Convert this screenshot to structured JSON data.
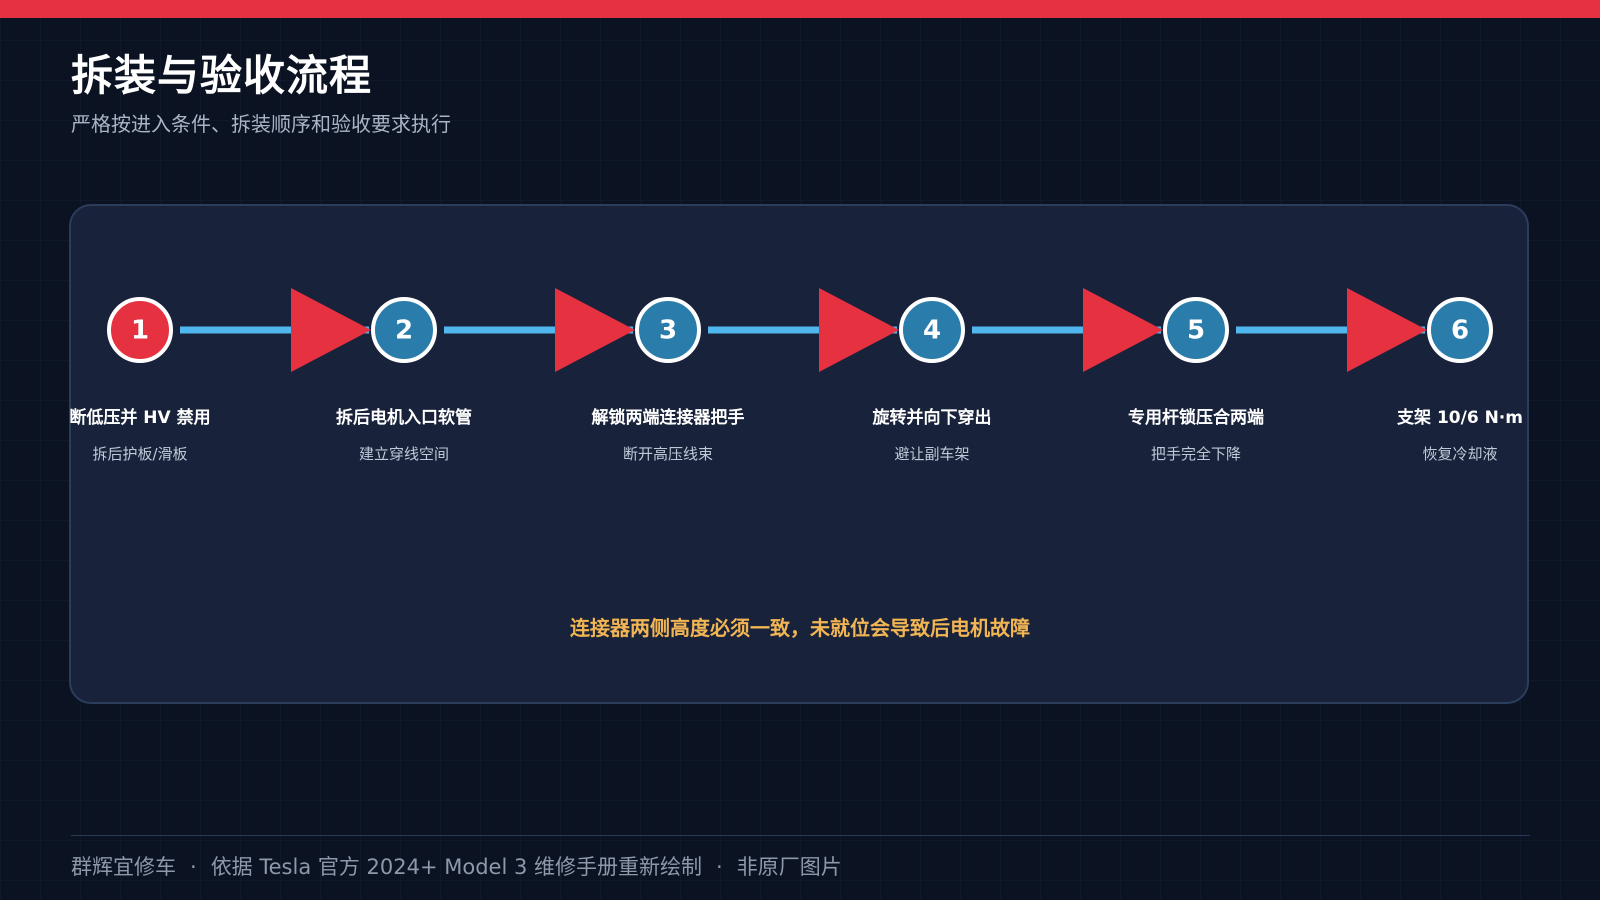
{
  "colors": {
    "top_bar": "#e63140",
    "first_step": "#e63140",
    "step": "#2a7cab",
    "arrow": "#e63140",
    "connector": "#4fb6ee",
    "warning": "#f2b553"
  },
  "header": {
    "title": "拆装与验收流程",
    "subtitle": "严格按进入条件、拆装顺序和验收要求执行"
  },
  "steps": [
    {
      "number": "1",
      "title": "断低压并 HV 禁用",
      "desc": "拆后护板/滑板"
    },
    {
      "number": "2",
      "title": "拆后电机入口软管",
      "desc": "建立穿线空间"
    },
    {
      "number": "3",
      "title": "解锁两端连接器把手",
      "desc": "断开高压线束"
    },
    {
      "number": "4",
      "title": "旋转并向下穿出",
      "desc": "避让副车架"
    },
    {
      "number": "5",
      "title": "专用杆锁压合两端",
      "desc": "把手完全下降"
    },
    {
      "number": "6",
      "title": "支架 10/6 N·m",
      "desc": "恢复冷却液"
    }
  ],
  "warning": "连接器两侧高度必须一致，未就位会导致后电机故障",
  "footer": {
    "brand": "群辉宜修车",
    "sep1": "·",
    "source": "依据 Tesla 官方 2024+ Model 3 维修手册重新绘制",
    "sep2": "·",
    "note": "非原厂图片"
  }
}
